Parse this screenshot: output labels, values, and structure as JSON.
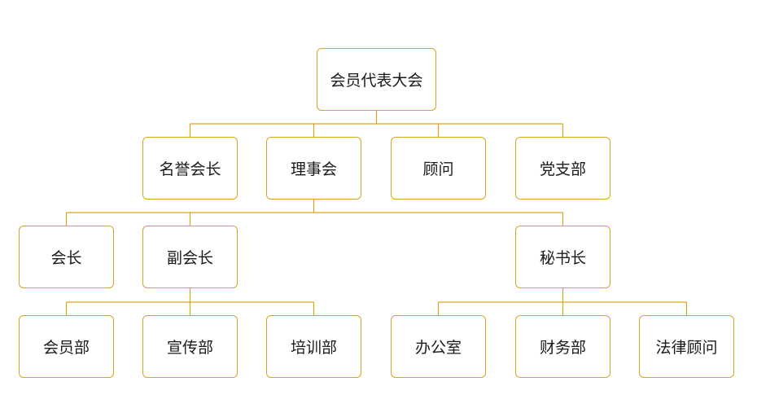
{
  "org_chart": {
    "nodes": {
      "assembly": "会员代表大会",
      "honorary_president": "名誉会长",
      "council": "理事会",
      "advisor": "顾问",
      "party_branch": "党支部",
      "president": "会长",
      "vice_president": "副会长",
      "secretary_general": "秘书长",
      "membership_dept": "会员部",
      "publicity_dept": "宣传部",
      "training_dept": "培训部",
      "office": "办公室",
      "finance_dept": "财务部",
      "legal_counsel": "法律顾问"
    },
    "edges": [
      [
        "assembly",
        "honorary_president"
      ],
      [
        "assembly",
        "council"
      ],
      [
        "assembly",
        "advisor"
      ],
      [
        "assembly",
        "party_branch"
      ],
      [
        "council",
        "president"
      ],
      [
        "council",
        "vice_president"
      ],
      [
        "council",
        "secretary_general"
      ],
      [
        "vice_president",
        "membership_dept"
      ],
      [
        "vice_president",
        "publicity_dept"
      ],
      [
        "vice_president",
        "training_dept"
      ],
      [
        "secretary_general",
        "office"
      ],
      [
        "secretary_general",
        "finance_dept"
      ],
      [
        "secretary_general",
        "legal_counsel"
      ]
    ]
  },
  "colors": {
    "line": "#d9a521",
    "border": "#d9a521",
    "text": "#1a1a1a"
  }
}
